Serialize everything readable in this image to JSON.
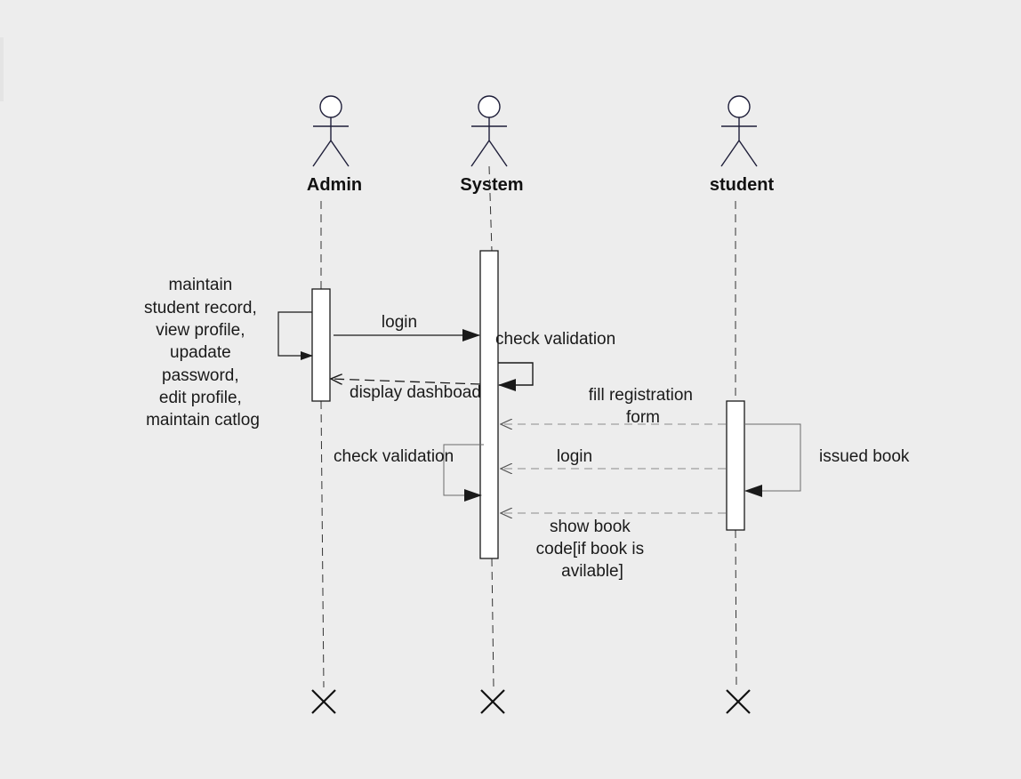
{
  "actors": {
    "admin": "Admin",
    "system": "System",
    "student": "student"
  },
  "messages": {
    "admin_self": [
      "maintain",
      "student record,",
      "view profile,",
      "upadate",
      "password,",
      "edit profile,",
      "maintain catlog"
    ],
    "login_admin": "login",
    "check_validation_system": "check validation",
    "display_dashboard": "display dashboad",
    "fill_registration": [
      "fill registration",
      "form"
    ],
    "check_validation_left": "check validation",
    "login_student": "login",
    "issued_book": "issued book",
    "show_book_code": [
      "show book",
      "code[if book is",
      "avilable]"
    ]
  },
  "colors": {
    "line": "#1a1a1a",
    "actor": "#1f1f3a",
    "dashed_light": "#8a8a8a",
    "activation_fill": "#ffffff",
    "background": "#ededed"
  }
}
